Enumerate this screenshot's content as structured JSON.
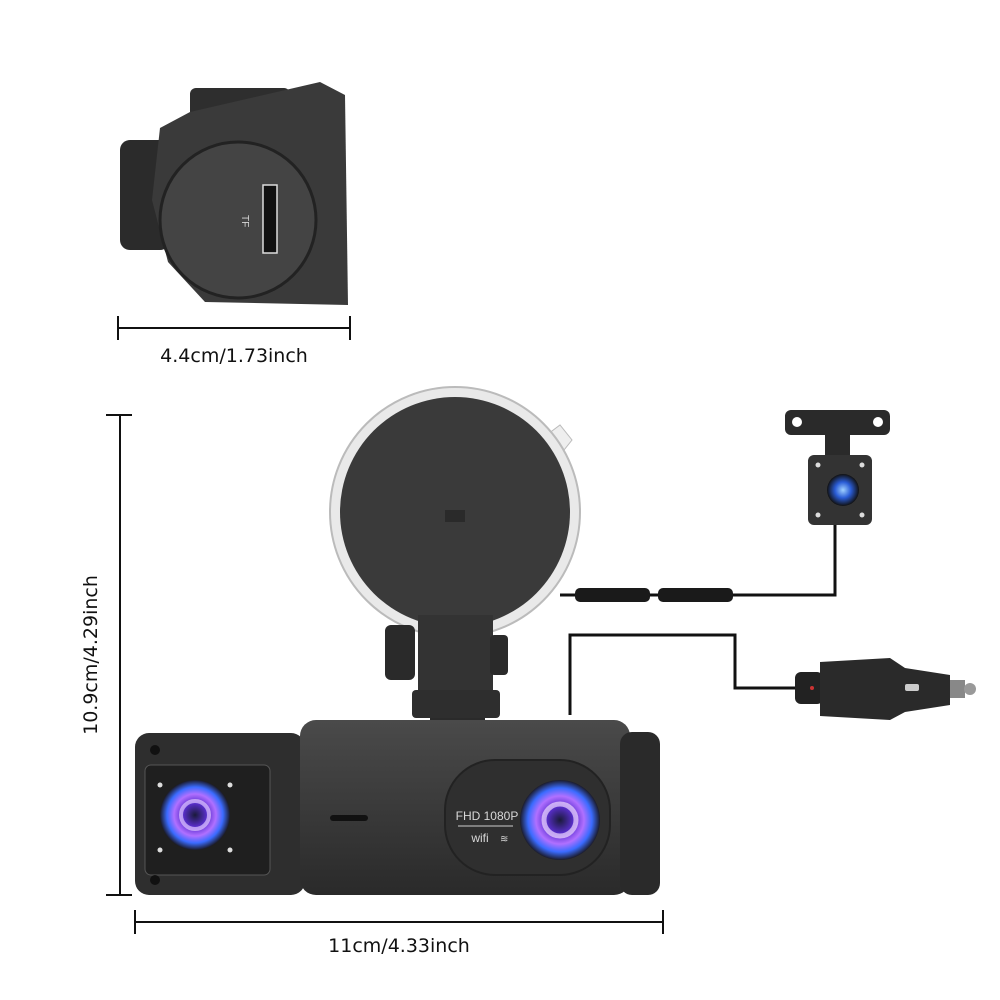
{
  "dimensions": {
    "top_width": "4.4cm/1.73inch",
    "height": "10.9cm/4.29inch",
    "bottom_width": "11cm/4.33inch"
  },
  "device": {
    "slot_label": "TF",
    "resolution_label": "FHD 1080P",
    "wifi_label": "wifi"
  },
  "colors": {
    "body": "#3b3b3b",
    "body_dark": "#222222",
    "lens_purple": "#8a4dff",
    "lens_blue": "#3a7bff",
    "dimension_line": "#111111"
  }
}
